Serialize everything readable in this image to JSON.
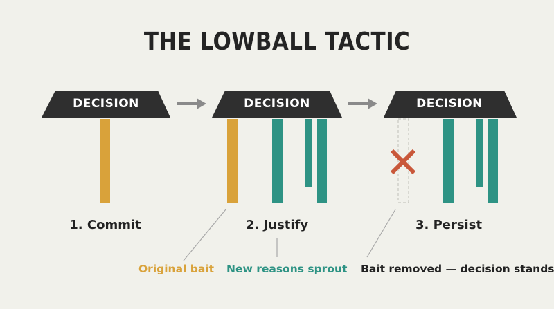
{
  "title": "THE LOWBALL TACTIC",
  "decision_label": "DECISION",
  "steps": [
    {
      "label": "1. Commit"
    },
    {
      "label": "2. Justify"
    },
    {
      "label": "3. Persist"
    }
  ],
  "callouts": {
    "original_bait": "Original bait",
    "new_reasons": "New reasons sprout",
    "bait_removed": "Bait removed — decision stands"
  },
  "colors": {
    "background": "#f1f1eb",
    "table_top": "#2f2f2f",
    "bait": "#d9a23a",
    "reasons": "#2e9384",
    "removed_x": "#c9583a",
    "arrow": "#8a8a8a",
    "guide_line": "#a8a8a8"
  },
  "icons": [
    "arrow-right-icon",
    "cross-icon"
  ]
}
